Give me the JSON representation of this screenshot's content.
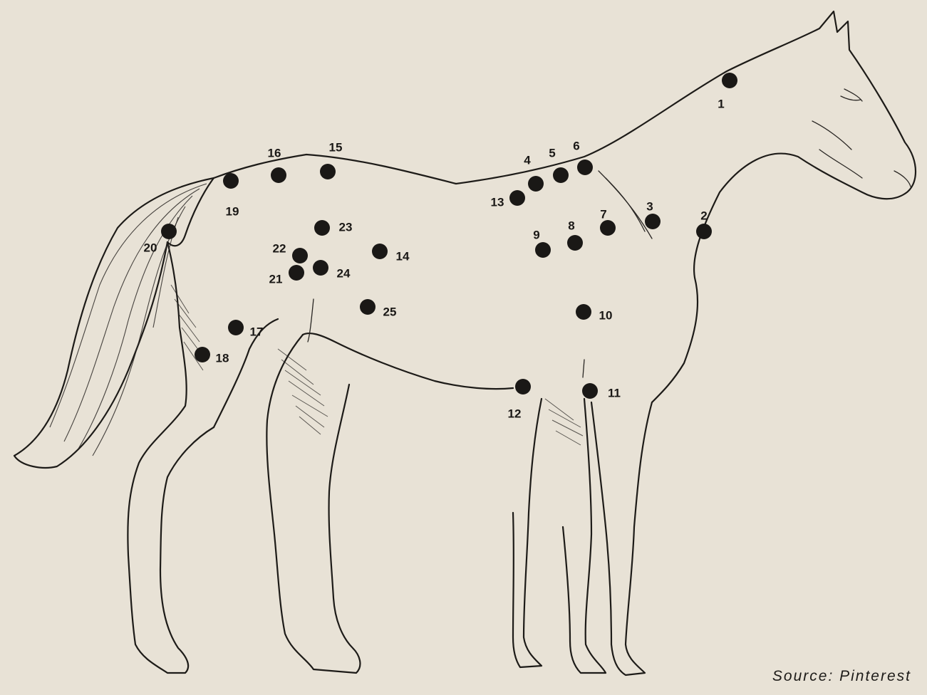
{
  "points": [
    {
      "label": "1"
    },
    {
      "label": "2"
    },
    {
      "label": "3"
    },
    {
      "label": "4"
    },
    {
      "label": "5"
    },
    {
      "label": "6"
    },
    {
      "label": "7"
    },
    {
      "label": "8"
    },
    {
      "label": "9"
    },
    {
      "label": "10"
    },
    {
      "label": "11"
    },
    {
      "label": "12"
    },
    {
      "label": "13"
    },
    {
      "label": "14"
    },
    {
      "label": "15"
    },
    {
      "label": "16"
    },
    {
      "label": "17"
    },
    {
      "label": "18"
    },
    {
      "label": "19"
    },
    {
      "label": "20"
    },
    {
      "label": "21"
    },
    {
      "label": "22"
    },
    {
      "label": "23"
    },
    {
      "label": "24"
    },
    {
      "label": "25"
    }
  ],
  "source_text": "Source: Pinterest",
  "colors": {
    "background": "#e8e2d6",
    "ink": "#1a1816"
  }
}
